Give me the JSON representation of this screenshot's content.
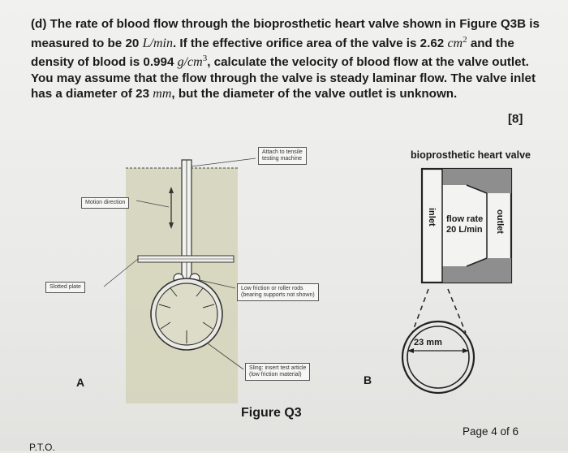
{
  "question": {
    "t1": "(d) The rate of blood flow through the bioprosthetic heart valve shown in ",
    "fig_ref": "Figure Q3B",
    "t2": " is measured to be 20 ",
    "flow_unit": "L/min",
    "t3": ". If the effective orifice area of the valve is 2.62 ",
    "area_unit": "cm",
    "area_exp": "2",
    "t4": " and the density of blood is 0.994 ",
    "dens_unit": "g/cm",
    "dens_exp": "3",
    "t5": ", calculate the velocity of blood flow at the valve outlet. You may assume that the flow through the valve is steady laminar flow. The valve inlet has a diameter of 23 ",
    "diam_unit": "mm",
    "t6": ", but the diameter of the valve outlet is unknown."
  },
  "marks": "[8]",
  "figure_a": {
    "attach_label": [
      "Attach to tensile",
      "testing machine"
    ],
    "motion_label": "Motion direction",
    "slotted_label": "Slotted plate",
    "friction_label": [
      "Low friction or roller rods",
      "(bearing supports not shown)"
    ],
    "sling_label": [
      "Sling: insert test article",
      "(low friction material)"
    ],
    "letter": "A"
  },
  "figure_b": {
    "title": "bioprosthetic heart valve",
    "inlet": "inlet",
    "outlet": "outlet",
    "flow_line1": "flow rate",
    "flow_line2": "20 L/min",
    "diameter": "23 mm",
    "letter": "B"
  },
  "caption": "Figure Q3",
  "page_number": "Page 4 of 6",
  "pto": "P.T.O."
}
